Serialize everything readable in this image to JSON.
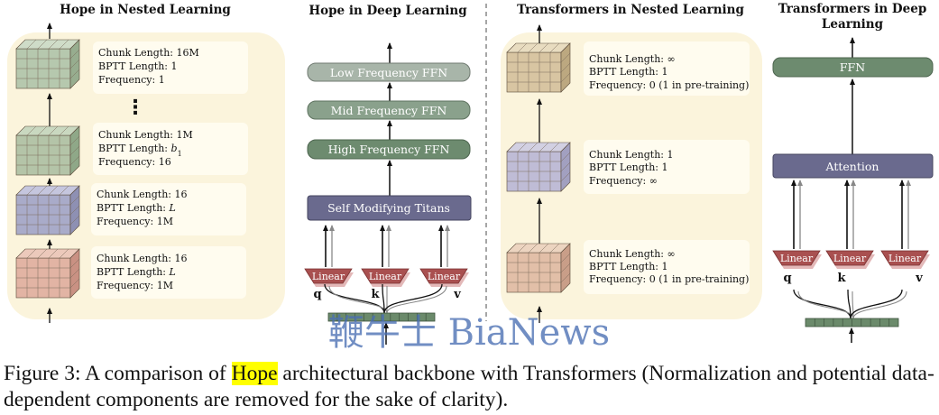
{
  "titles": {
    "hope_nested": "Hope in Nested Learning",
    "hope_deep": "Hope in Deep Learning",
    "tf_nested": "Transformers in Nested Learning",
    "tf_deep_line1": "Transformers in Deep",
    "tf_deep_line2": "Learning"
  },
  "hope_nested": {
    "ellipsis": "⋮",
    "levels": [
      {
        "l1": "Chunk Length: 16M",
        "l2": "BPTT Length: 1",
        "l3": "Frequency: 1"
      },
      {
        "l1": "Chunk Length: 1M",
        "l2_pre": "BPTT Length: ",
        "l2_var": "b",
        "l2_sub": "1",
        "l3": "Frequency: 16"
      },
      {
        "l1": "Chunk Length: 16",
        "l2_pre": "BPTT Length: ",
        "l2_var": "L",
        "l3": "Frequency: 1M"
      },
      {
        "l1": "Chunk Length: 16",
        "l2_pre": "BPTT Length: ",
        "l2_var": "L",
        "l3": "Frequency: 1M"
      }
    ]
  },
  "hope_deep": {
    "low_ffn": "Low Frequency FFN",
    "mid_ffn": "Mid Frequency FFN",
    "high_ffn": "High Frequency FFN",
    "titans": "Self Modifying Titans",
    "linear": "Linear",
    "q": "q",
    "k": "k",
    "v": "v"
  },
  "tf_nested": {
    "levels": [
      {
        "l1": "Chunk Length: ∞",
        "l2": "BPTT Length: 1",
        "l3": "Frequency: 0 (1 in pre-training)"
      },
      {
        "l1": "Chunk Length: 1",
        "l2": "BPTT Length: 1",
        "l3": "Frequency: ∞"
      },
      {
        "l1": "Chunk Length: ∞",
        "l2": "BPTT Length: 1",
        "l3": "Frequency: 0 (1 in pre-training)"
      }
    ]
  },
  "tf_deep": {
    "ffn": "FFN",
    "attention": "Attention",
    "linear": "Linear",
    "q": "q",
    "k": "k",
    "v": "v"
  },
  "watermark": "鞭牛士 BiaNews",
  "caption": {
    "before": "Figure 3:  A comparison of ",
    "highlight": "Hope",
    "after": " architectural backbone with Transformers (Normalization and potential data-dependent components are removed for the sake of clarity)."
  },
  "colors": {
    "panel_bg": "#fbf4dc",
    "info_bg": "#fffcef",
    "low_ffn": "#a8b5a9",
    "mid_ffn": "#8aa18c",
    "high_ffn": "#6d8b6f",
    "titans": "#6a6a8e",
    "attention": "#6a6a8e",
    "ffn": "#6d8b6f",
    "linear": "#a95050",
    "input_bar": "#6b8a6b",
    "highlight": "#ffff00"
  }
}
